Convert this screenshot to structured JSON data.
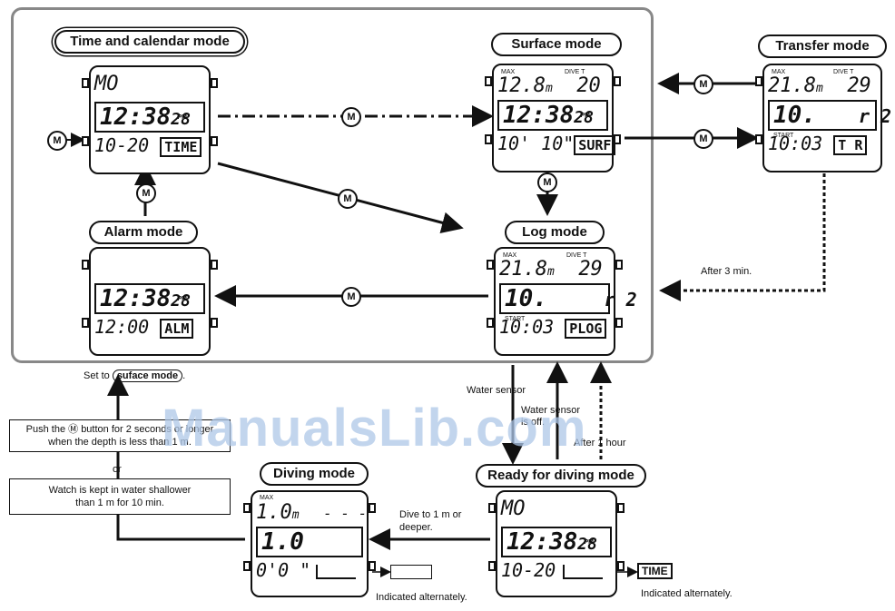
{
  "modes": {
    "time_calendar": "Time and calendar mode",
    "surface": "Surface mode",
    "transfer": "Transfer mode",
    "alarm": "Alarm mode",
    "log": "Log mode",
    "diving": "Diving mode",
    "ready": "Ready for diving mode"
  },
  "button_symbol": "M",
  "watches": {
    "time": {
      "r1": "MO",
      "r2": "12:38",
      "r2_small": "28",
      "pm": "PM",
      "r3": "10-20",
      "tag": "TIME"
    },
    "surface": {
      "max": "MAX",
      "divet": "DIVE T",
      "r1a": "12.8",
      "unit": "m",
      "r1b": "20",
      "r2": "12:38",
      "r2_small": "28",
      "pm": "PM",
      "r3": "10' 10\"",
      "tag": "SURF"
    },
    "transfer": {
      "max": "MAX",
      "divet": "DIVE T",
      "r1a": "21.8",
      "unit": "m",
      "r1b": "29",
      "r2": "10.",
      "r2b": "r 2",
      "start": "START",
      "r3": "10:03",
      "tag": "T R"
    },
    "alarm": {
      "r2": "12:38",
      "r2_small": "28",
      "pm": "PM",
      "r3": "12:00",
      "tag": "ALM"
    },
    "log": {
      "max": "MAX",
      "divet": "DIVE T",
      "r1a": "21.8",
      "unit": "m",
      "r1b": "29",
      "r2": "10.",
      "r2b": "r 2",
      "start": "START",
      "r3": "10:03",
      "tag": "PLOG"
    },
    "diving": {
      "max": "MAX",
      "r1a": "1.0",
      "unit": "m",
      "r1b": "- - -",
      "r2": "1.0",
      "r3": "0'0 \""
    },
    "ready": {
      "r1": "MO",
      "r2": "12:38",
      "r2_small": "28",
      "pm": "PM",
      "r3": "10-20"
    }
  },
  "labels": {
    "after_3min": "After 3 min.",
    "set_to": "Set to",
    "set_to_target": "suface mode",
    "push_button": [
      "Push the Ⓜ button for 2 seconds or longer",
      "when the depth is less than 1 m."
    ],
    "or": "or",
    "watch_kept": [
      "Watch is kept in water shallower",
      "than 1 m for 10 min."
    ],
    "water_sensor": "Water sensor",
    "water_sensor_off": [
      "Water sensor",
      "is off."
    ],
    "after_1hour": "After 1 hour",
    "dive_to": [
      "Dive to 1 m or",
      "deeper."
    ],
    "indicated_alt_1": "Indicated alternately.",
    "indicated_alt_2": "Indicated alternately.",
    "time_tag": "TIME",
    "watermark": "ManualsLib.com"
  }
}
